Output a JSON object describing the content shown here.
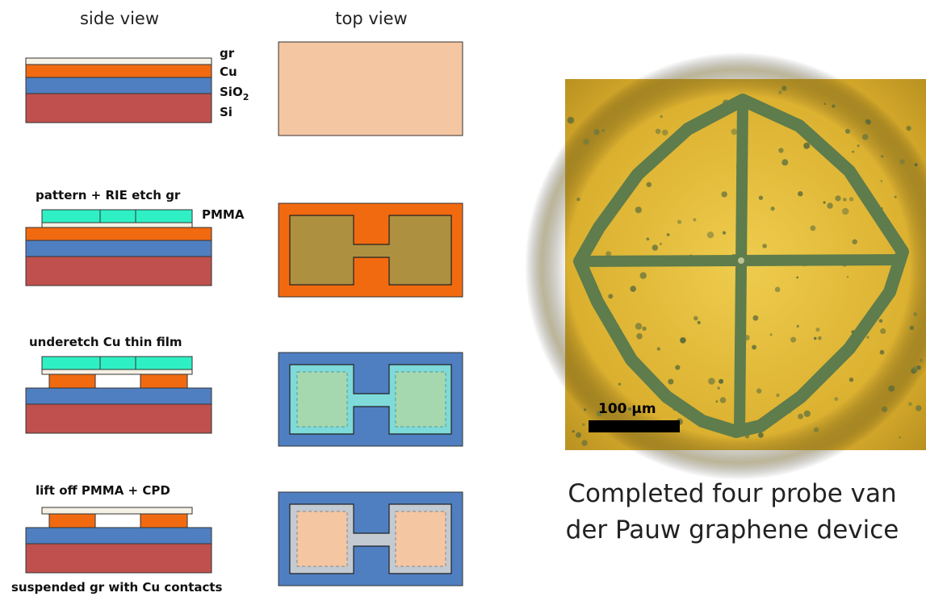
{
  "headers": {
    "side_view": "side view",
    "top_view": "top view"
  },
  "layers": {
    "gr": "gr",
    "cu": "Cu",
    "sio2": "SiO",
    "sio2_sub": "2",
    "si": "Si",
    "pmma": "PMMA"
  },
  "steps": [
    "pattern + RIE etch gr",
    "underetch Cu thin film",
    "lift off PMMA + CPD",
    "suspended gr with Cu contacts"
  ],
  "micrograph": {
    "scale_bar": "100 µm"
  },
  "caption": {
    "line1": "Completed four probe van",
    "line2": "der Pauw graphene device"
  },
  "colors": {
    "graphene": "#f5f1e4",
    "copper": "#f26a10",
    "sio2": "#4f7fc0",
    "si": "#c0504d",
    "pmma": "#2ff0c4",
    "copper_top": "#f5c6a2",
    "graphene_on_cu": "#ad9040",
    "underetched": "#a6d8b0",
    "pmma_top": "#7fdada",
    "suspended_gr": "#c3cad2"
  }
}
